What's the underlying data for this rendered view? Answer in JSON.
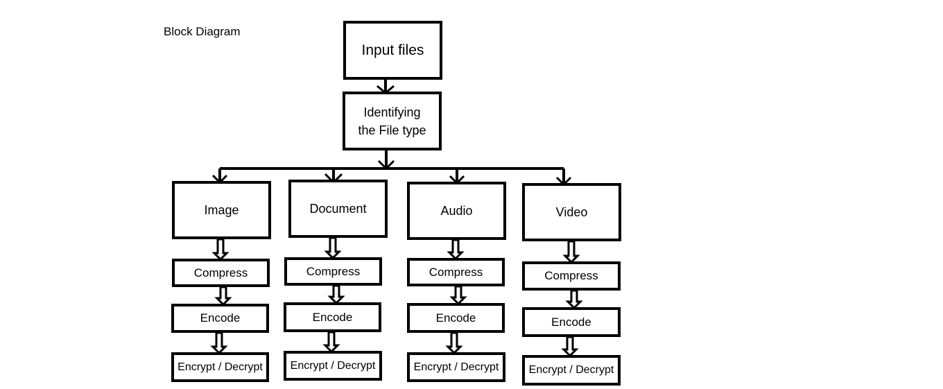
{
  "diagram": {
    "title": "Block Diagram",
    "input_label": "Input files",
    "identify_label_line1": "Identifying",
    "identify_label_line2": "the File type",
    "branches": [
      {
        "type": "Image",
        "compress": "Compress",
        "encode": "Encode",
        "encrypt": "Encrypt / Decrypt"
      },
      {
        "type": "Document",
        "compress": "Compress",
        "encode": "Encode",
        "encrypt": "Encrypt / Decrypt"
      },
      {
        "type": "Audio",
        "compress": "Compress",
        "encode": "Encode",
        "encrypt": "Encrypt / Decrypt"
      },
      {
        "type": "Video",
        "compress": "Compress",
        "encode": "Encode",
        "encrypt": "Encrypt / Decrypt"
      }
    ]
  }
}
